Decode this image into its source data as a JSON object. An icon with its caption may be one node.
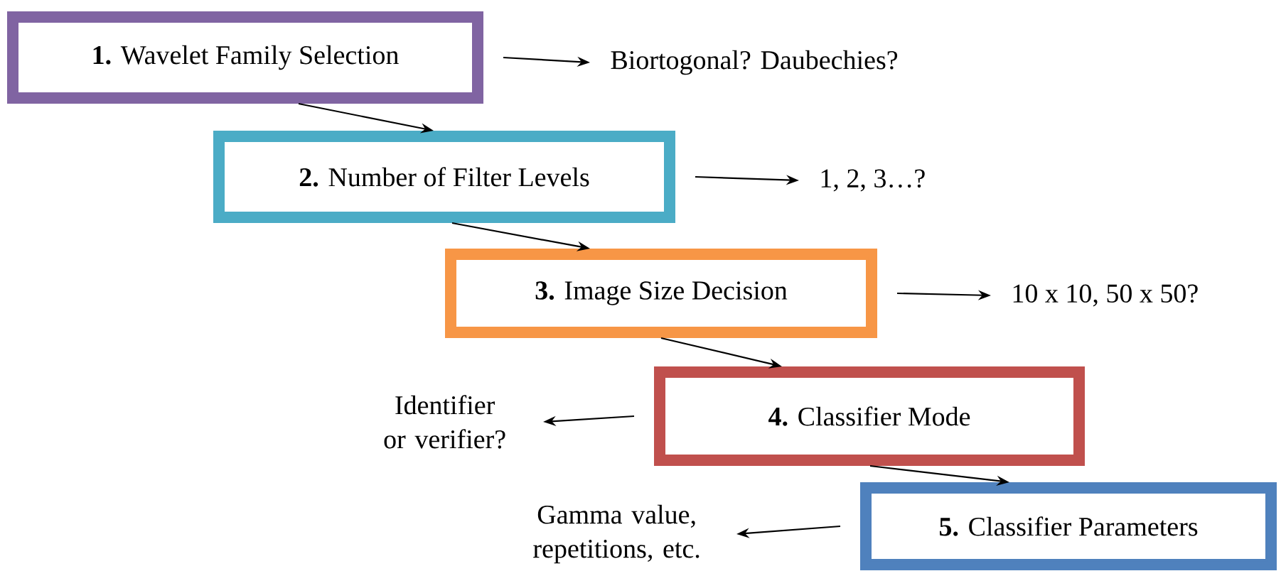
{
  "diagram": {
    "nodes": [
      {
        "text": [
          "**1.** Wavelet Family Selection"
        ]
      },
      {
        "text": [
          "**2.** Number of Filter Levels"
        ]
      },
      {
        "text": [
          "**3.** Image Size Decision"
        ]
      },
      {
        "text": [
          "**4.** Classifier Mode"
        ]
      },
      {
        "text": [
          "**5.** Classifier Parameters"
        ]
      },
      {
        "text": [
          "Biortogonal? Daubechies?"
        ]
      },
      {
        "text": [
          "1, 2, 3…?"
        ]
      },
      {
        "text": [
          "10 x 10, 50 x 50?"
        ]
      },
      {
        "text": [
          "Identifier or verifier?"
        ]
      },
      {
        "text": [
          "Gamma value, repetitions, etc."
        ]
      }
    ],
    "edges": [
      {
        "from": 0,
        "to": 1,
        "arrow": "to"
      },
      {
        "from": 1,
        "to": 2,
        "arrow": "to"
      },
      {
        "from": 2,
        "to": 3,
        "arrow": "to"
      },
      {
        "from": 3,
        "to": 4,
        "arrow": "to"
      },
      {
        "from": 0,
        "to": 5,
        "arrow": "to"
      },
      {
        "from": 1,
        "to": 6,
        "arrow": "to"
      },
      {
        "from": 2,
        "to": 7,
        "arrow": "to"
      },
      {
        "from": 3,
        "to": 8,
        "arrow": "to"
      },
      {
        "from": 4,
        "to": 9,
        "arrow": "to"
      }
    ]
  }
}
